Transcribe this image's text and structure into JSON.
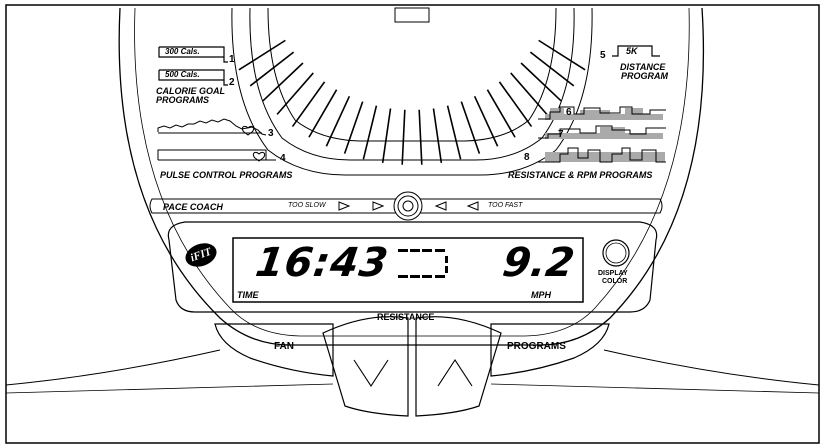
{
  "calorie": {
    "opt1": "300 Cals.",
    "opt2": "500 Cals.",
    "n1": "1",
    "n2": "2",
    "title1": "CALORIE GOAL",
    "title2": "PROGRAMS"
  },
  "distance": {
    "opt": "5K",
    "n": "5",
    "title1": "DISTANCE",
    "title2": "PROGRAM"
  },
  "pulse": {
    "n3": "3",
    "n4": "4",
    "title": "PULSE CONTROL PROGRAMS"
  },
  "resistance_rpm": {
    "n6": "6",
    "n7": "7",
    "n8": "8",
    "title": "RESISTANCE & RPM PROGRAMS"
  },
  "pace": {
    "title": "PACE COACH",
    "slow": "TOO SLOW",
    "fast": "TOO FAST"
  },
  "display": {
    "logo": "iFIT",
    "time": "16:43",
    "time_label": "TIME",
    "speed": "9.2",
    "speed_label": "MPH",
    "color_btn_1": "DISPLAY",
    "color_btn_2": "COLOR"
  },
  "buttons": {
    "resistance": "RESISTANCE",
    "fan": "FAN",
    "programs": "PROGRAMS"
  }
}
